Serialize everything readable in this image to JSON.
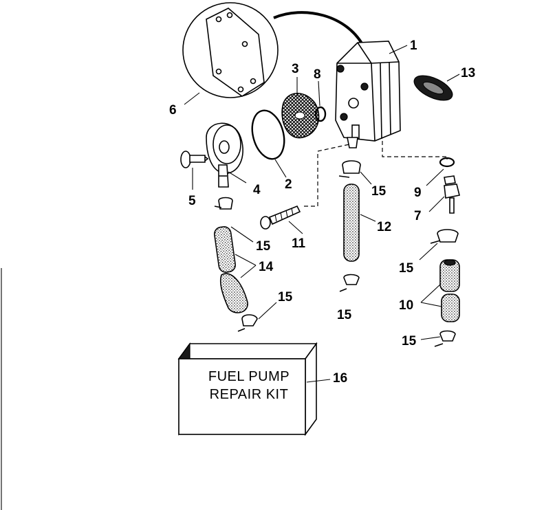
{
  "diagram": {
    "kit_label_line1": "FUEL PUMP",
    "kit_label_line2": "REPAIR KIT",
    "callouts": {
      "c1": "1",
      "c2": "2",
      "c3": "3",
      "c4": "4",
      "c5": "5",
      "c6": "6",
      "c7": "7",
      "c8": "8",
      "c9": "9",
      "c10": "10",
      "c11": "11",
      "c12": "12",
      "c13": "13",
      "c14": "14",
      "c15a": "15",
      "c15b": "15",
      "c15c": "15",
      "c15d": "15",
      "c15e": "15",
      "c15f": "15",
      "c16": "16"
    }
  }
}
